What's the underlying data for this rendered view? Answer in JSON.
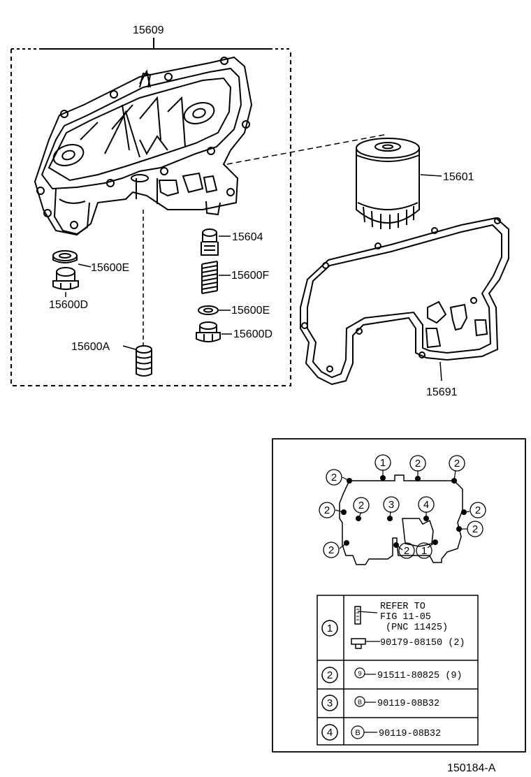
{
  "parts": {
    "p15609": "15609",
    "p15601": "15601",
    "p15604": "15604",
    "p15600E_left": "15600E",
    "p15600D_left": "15600D",
    "p15600F": "15600F",
    "p15600E_right": "15600E",
    "p15600D_right": "15600D",
    "p15600A": "15600A",
    "p15691": "15691"
  },
  "detail_callouts": {
    "c1": "1",
    "c2": "2",
    "c3": "3",
    "c4": "4"
  },
  "bolt_table": {
    "rows": [
      {
        "num": "1",
        "refer_line1": "REFER TO",
        "refer_line2": "FIG 11-05",
        "refer_line3": "(PNC 11425)",
        "part": "90179-08150 (2)"
      },
      {
        "num": "2",
        "mark": "9",
        "part": "91511-80825 (9)"
      },
      {
        "num": "3",
        "mark": "B",
        "part": "90119-08B32"
      },
      {
        "num": "4",
        "mark": "B",
        "part": "90119-08B32"
      }
    ]
  },
  "figure_id": "150184-A"
}
